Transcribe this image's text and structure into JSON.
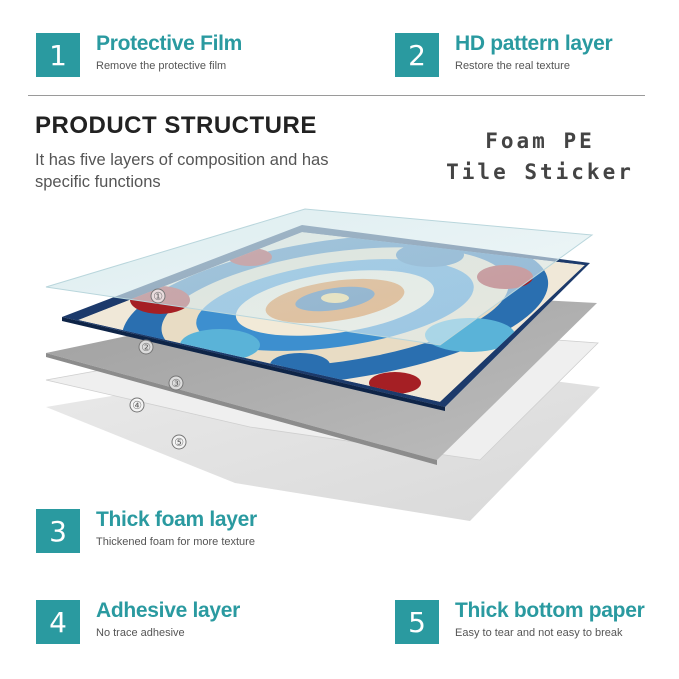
{
  "features": [
    {
      "num": "1",
      "title": "Protective Film",
      "subtitle": "Remove the protective film"
    },
    {
      "num": "2",
      "title": "HD pattern layer",
      "subtitle": "Restore the real texture"
    },
    {
      "num": "3",
      "title": "Thick foam layer",
      "subtitle": "Thickened foam for more texture"
    },
    {
      "num": "4",
      "title": "Adhesive layer",
      "subtitle": "No trace adhesive"
    },
    {
      "num": "5",
      "title": "Thick bottom paper",
      "subtitle": "Easy to tear and not easy to break"
    }
  ],
  "structure": {
    "title": "PRODUCT STRUCTURE",
    "description": "It has five layers of composition and has specific functions"
  },
  "product": {
    "line1": "Foam PE",
    "line2": "Tile Sticker"
  },
  "layer_labels": [
    "①",
    "②",
    "③",
    "④",
    "⑤"
  ],
  "colors": {
    "accent": "#2a9aa0",
    "tile_blue": "#1f5d9c",
    "tile_red": "#a51f24",
    "tile_orange": "#e07b22",
    "foam_gray": "#a7a7a7"
  }
}
